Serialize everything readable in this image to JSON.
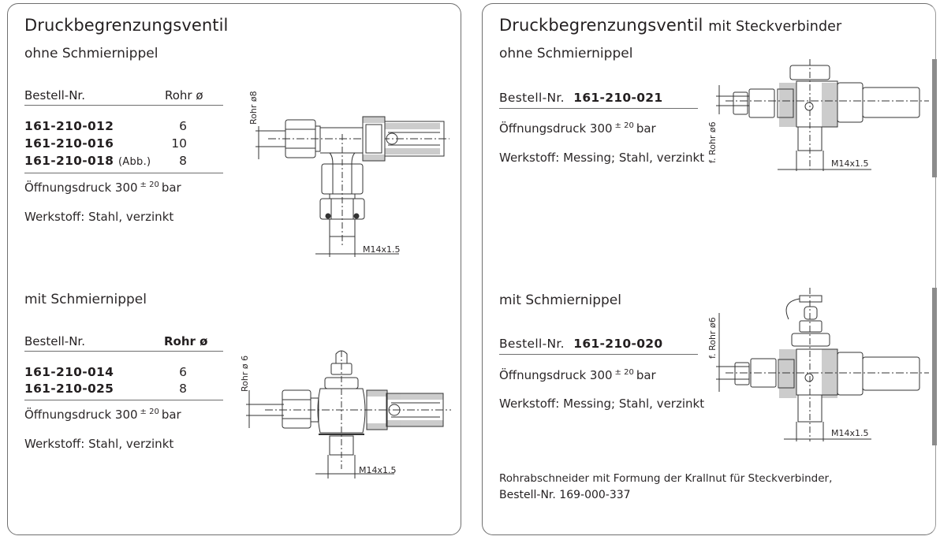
{
  "left_panel": {
    "title": "Druckbegrenzungsventil",
    "section_without": {
      "subtitle": "ohne Schmiernippel",
      "table": {
        "headers": [
          "Bestell-Nr.",
          "Rohr ø"
        ],
        "rows": [
          {
            "order_no": "161-210-012",
            "note": "",
            "pipe_diameter": "6"
          },
          {
            "order_no": "161-210-016",
            "note": "",
            "pipe_diameter": "10"
          },
          {
            "order_no": "161-210-018",
            "note": "(Abb.)",
            "pipe_diameter": "8"
          }
        ]
      },
      "opening_pressure_label": "Öffnungsdruck 300",
      "opening_pressure_tolerance": "± 20",
      "opening_pressure_unit": "bar",
      "material": "Werkstoff: Stahl, verzinkt",
      "drawing": {
        "dim_pipe": "Rohr ø8",
        "dim_thread": "M14x1.5"
      }
    },
    "section_with": {
      "subtitle": "mit Schmiernippel",
      "table": {
        "headers": [
          "Bestell-Nr.",
          "Rohr ø"
        ],
        "rows": [
          {
            "order_no": "161-210-014",
            "pipe_diameter": "6"
          },
          {
            "order_no": "161-210-025",
            "pipe_diameter": "8"
          }
        ]
      },
      "opening_pressure_label": "Öffnungsdruck 300",
      "opening_pressure_tolerance": "± 20",
      "opening_pressure_unit": "bar",
      "material": "Werkstoff: Stahl, verzinkt",
      "drawing": {
        "dim_pipe": "Rohr ø 6",
        "dim_thread": "M14x1.5"
      }
    }
  },
  "right_panel": {
    "title": "Druckbegrenzungsventil",
    "title_suffix": "mit Steckverbinder",
    "section_without": {
      "subtitle": "ohne Schmiernippel",
      "order_label": "Bestell-Nr.",
      "order_no": "161-210-021",
      "opening_pressure_label": "Öffnungsdruck 300",
      "opening_pressure_tolerance": "± 20",
      "opening_pressure_unit": "bar",
      "material": "Werkstoff: Messing; Stahl, verzinkt",
      "drawing": {
        "dim_pipe": "f. Rohr ø6",
        "dim_thread": "M14x1.5"
      }
    },
    "section_with": {
      "subtitle": "mit Schmiernippel",
      "order_label": "Bestell-Nr.",
      "order_no": "161-210-020",
      "opening_pressure_label": "Öffnungsdruck 300",
      "opening_pressure_tolerance": "± 20",
      "opening_pressure_unit": "bar",
      "material": "Werkstoff: Messing; Stahl, verzinkt",
      "drawing": {
        "dim_pipe": "f. Rohr ø6",
        "dim_thread": "M14x1.5"
      }
    },
    "footnote": {
      "line1": "Rohrabschneider mit Formung der Krallnut für Steckverbinder,",
      "line2": "Bestell-Nr. 169-000-337"
    }
  }
}
